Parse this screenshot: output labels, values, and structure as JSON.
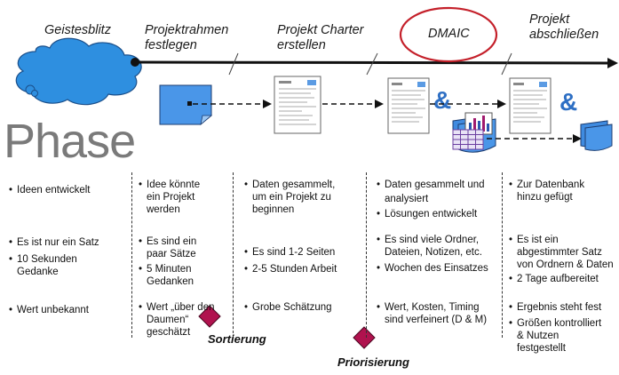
{
  "headers": {
    "geistesblitz": "Geistesblitz",
    "projektrahmen": [
      "Projektrahmen",
      "festlegen"
    ],
    "charter": [
      "Projekt Charter",
      "erstellen"
    ],
    "dmaic": "DMAIC",
    "abschluss": [
      "Projekt",
      "abschließen"
    ]
  },
  "phase_label": "Phase",
  "icons": {
    "ampersand": "&"
  },
  "columns": [
    {
      "rows": [
        [
          "Ideen entwickelt"
        ],
        [
          "Es ist nur ein Satz",
          "10 Sekunden Gedanke"
        ],
        [
          "Wert unbekannt"
        ]
      ]
    },
    {
      "rows": [
        [
          "Idee könnte ein Projekt werden"
        ],
        [
          "Es sind ein paar Sätze",
          "5 Minuten Gedanken"
        ],
        [
          "Wert „über den Daumen“ geschätzt"
        ]
      ]
    },
    {
      "rows": [
        [
          "Daten gesammelt, um ein Projekt zu beginnen"
        ],
        [
          "Es sind 1-2 Seiten",
          "2-5 Stunden Arbeit"
        ],
        [
          "Grobe Schätzung"
        ]
      ]
    },
    {
      "rows": [
        [
          "Daten gesammelt und analysiert",
          "Lösungen entwickelt"
        ],
        [
          "Es sind viele Ordner, Dateien, Notizen, etc.",
          "Wochen des Einsatzes"
        ],
        [
          "Wert, Kosten, Timing sind verfeinert (D & M)"
        ]
      ]
    },
    {
      "rows": [
        [
          "Zur Datenbank hinzu gefügt"
        ],
        [
          "Es ist ein abgestimmter Satz von Ordnern & Daten",
          "2 Tage aufbereitet"
        ],
        [
          "Ergebnis steht fest",
          "Größen kontrolliert & Nutzen festgestellt"
        ]
      ]
    }
  ],
  "decisions": {
    "first": "Sortierung",
    "second": "Priorisierung"
  },
  "colors": {
    "cloud": "#2e8fe0",
    "accent": "#b0124e",
    "doc": "#4a96e8",
    "highlight_ring": "#c4202a"
  }
}
